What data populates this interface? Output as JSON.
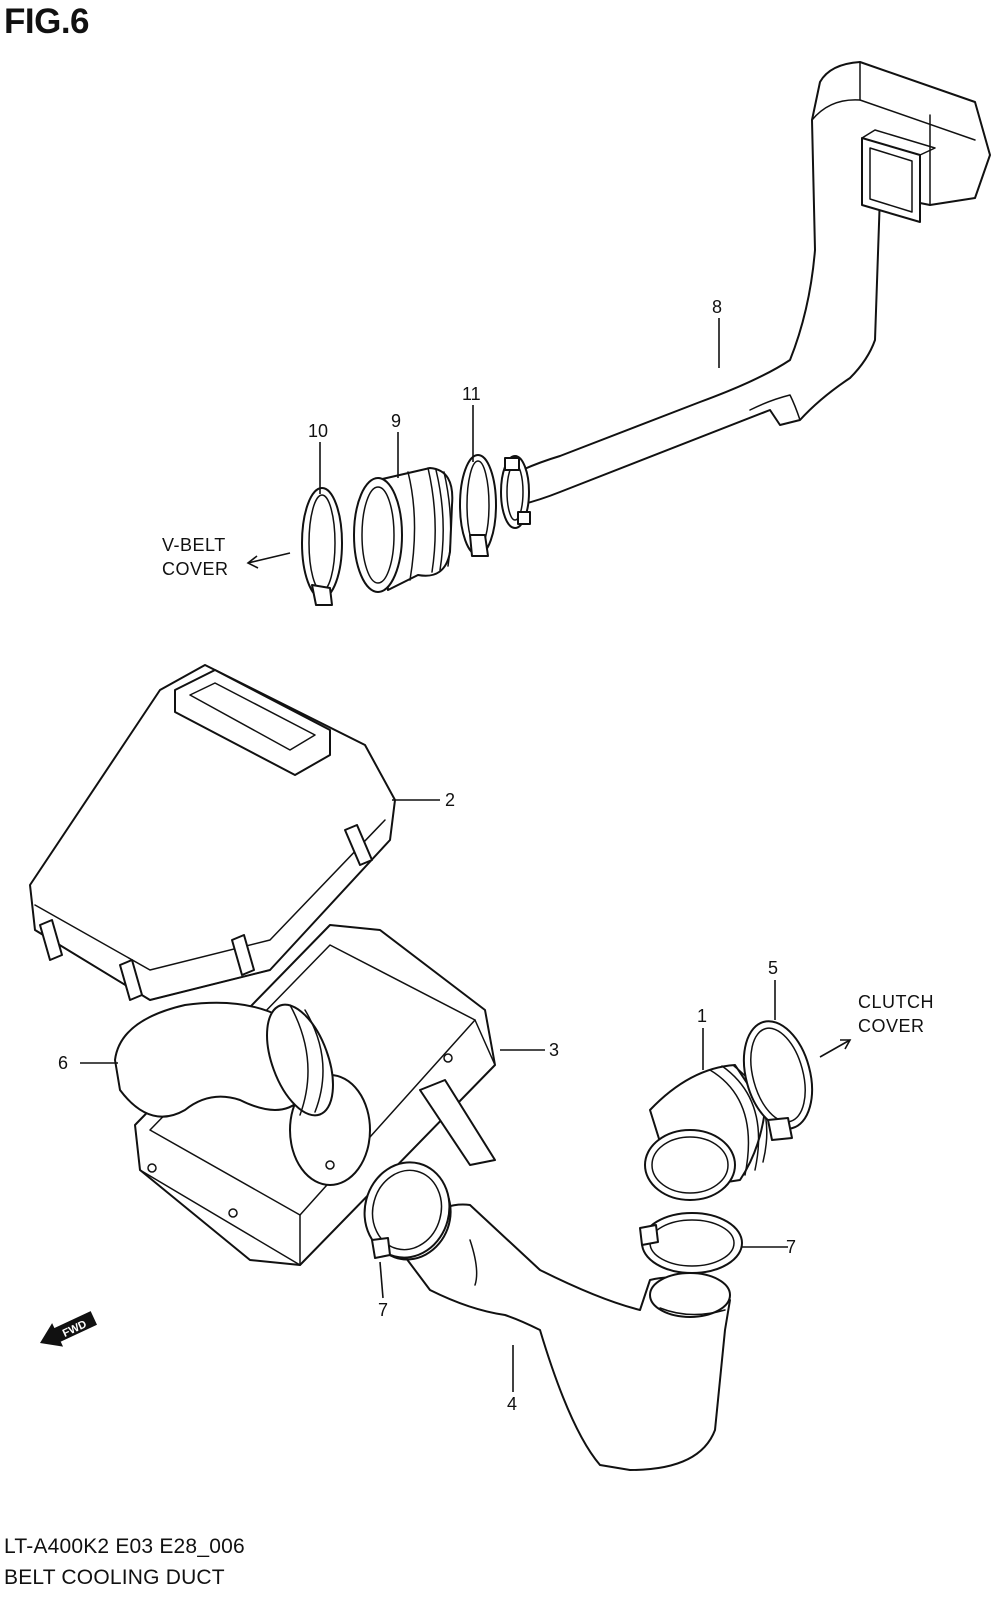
{
  "figure": {
    "title": "FIG.6",
    "model_code": "LT-A400K2 E03 E28_006",
    "caption": "BELT COOLING DUCT"
  },
  "directions": {
    "vbelt_line1": "V-BELT",
    "vbelt_line2": "COVER",
    "clutch_line1": "CLUTCH",
    "clutch_line2": "COVER",
    "fwd": "FWD"
  },
  "callouts": {
    "c1": "1",
    "c2": "2",
    "c3": "3",
    "c4": "4",
    "c5": "5",
    "c6": "6",
    "c7a": "7",
    "c7b": "7",
    "c8": "8",
    "c9": "9",
    "c10": "10",
    "c11": "11"
  }
}
